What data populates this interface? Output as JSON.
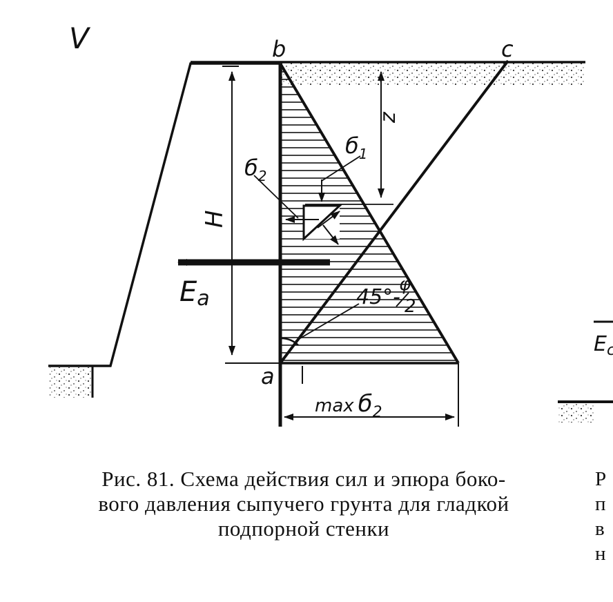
{
  "labels": {
    "corner": "V",
    "point_b": "b",
    "point_c": "c",
    "point_a": "a",
    "z": "z",
    "sigma1": "б",
    "sigma1_sub": "1",
    "sigma2": "б",
    "sigma2_sub": "2",
    "height": "H",
    "force": "E",
    "force_sub": "a",
    "angle_deg": "45°-",
    "angle_phi": "φ",
    "angle_den": "2",
    "max_prefix": "max",
    "max_sigma": "б",
    "max_sub": "2",
    "cut_force": "E",
    "cut_force_sub": "c"
  },
  "caption": {
    "line1": "Рис. 81. Схема действия сил и эпюра боко-",
    "line2": "вого давления сыпучего грунта для гладкой",
    "line3": "подпорной стенки"
  },
  "side_letters": [
    "Р",
    "п",
    "в",
    "н"
  ]
}
